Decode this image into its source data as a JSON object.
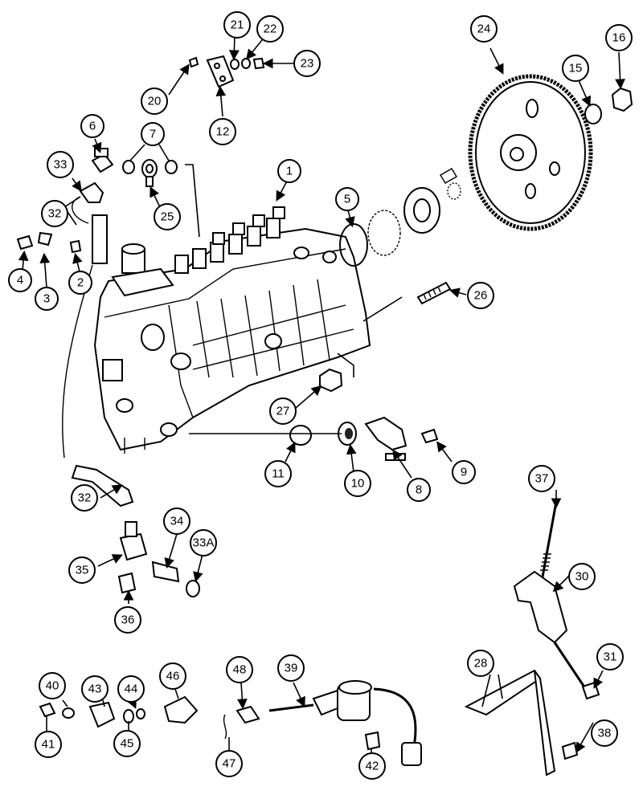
{
  "callouts": [
    "1",
    "2",
    "3",
    "4",
    "5",
    "6",
    "7",
    "8",
    "9",
    "10",
    "11",
    "12",
    "15",
    "16",
    "20",
    "21",
    "22",
    "23",
    "24",
    "25",
    "26",
    "27",
    "28",
    "30",
    "31",
    "32",
    "32",
    "33",
    "33A",
    "34",
    "35",
    "36",
    "37",
    "38",
    "39",
    "40",
    "41",
    "42",
    "43",
    "44",
    "45",
    "46",
    "47",
    "48"
  ]
}
